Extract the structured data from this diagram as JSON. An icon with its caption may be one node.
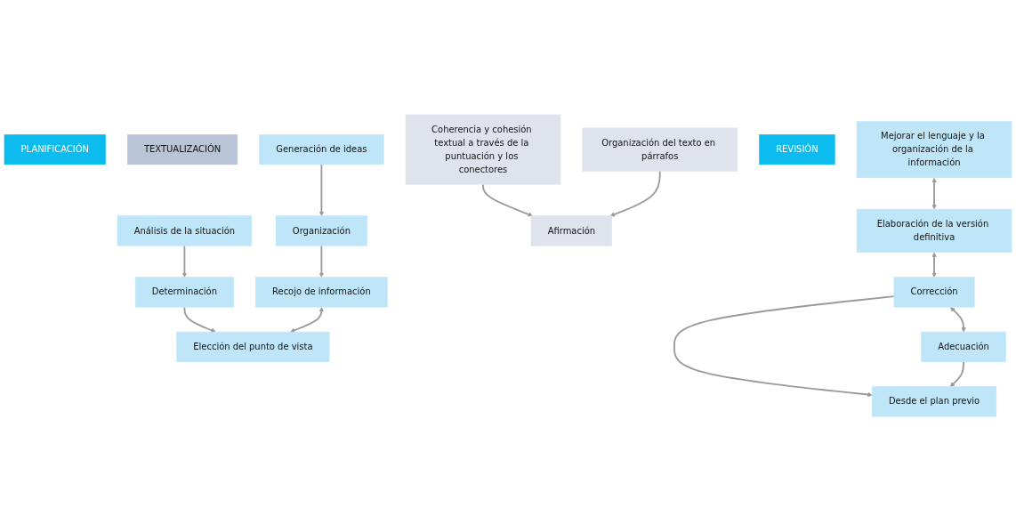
{
  "diagram": {
    "nodes": [
      {
        "text": [
          "PLANIFICACIÓN"
        ]
      },
      {
        "text": [
          "TEXTUALIZACIÓN"
        ]
      },
      {
        "text": [
          "Generación de ideas"
        ]
      },
      {
        "text": [
          "Análisis de la situación"
        ]
      },
      {
        "text": [
          "Coherencia y cohesión textual a través de la puntuación y los conectores"
        ]
      },
      {
        "text": [
          "Organización"
        ]
      },
      {
        "text": [
          "Determinación"
        ]
      },
      {
        "text": [
          "Afirmación"
        ]
      },
      {
        "text": [
          "Organización del texto en párrafos"
        ]
      },
      {
        "text": [
          "Recojo de información"
        ]
      },
      {
        "text": [
          "Elección del punto de vista"
        ]
      },
      {
        "text": [
          "REVISIÓN"
        ]
      },
      {
        "text": [
          "Mejorar el lenguaje y la organización de la información"
        ]
      },
      {
        "text": [
          "Elaboración de la versión definitiva"
        ]
      },
      {
        "text": [
          "Corrección"
        ]
      },
      {
        "text": [
          "Adecuación"
        ]
      },
      {
        "text": [
          "Desde el plan previo"
        ]
      }
    ],
    "edges": [
      {
        "from": 2,
        "to": 5,
        "arrow": "to"
      },
      {
        "from": 5,
        "to": 9,
        "arrow": "to"
      },
      {
        "from": 3,
        "to": 6,
        "arrow": "to"
      },
      {
        "from": 6,
        "to": 10,
        "arrow": "to"
      },
      {
        "from": 9,
        "to": 10,
        "arrow": "both"
      },
      {
        "from": 4,
        "to": 7,
        "arrow": "to"
      },
      {
        "from": 8,
        "to": 7,
        "arrow": "to"
      },
      {
        "from": 12,
        "to": 13,
        "arrow": "both"
      },
      {
        "from": 13,
        "to": 14,
        "arrow": "both"
      },
      {
        "from": 14,
        "to": 15,
        "arrow": "both"
      },
      {
        "from": 14,
        "to": 16,
        "arrow": "to"
      },
      {
        "from": 15,
        "to": 16,
        "arrow": "to"
      }
    ]
  }
}
